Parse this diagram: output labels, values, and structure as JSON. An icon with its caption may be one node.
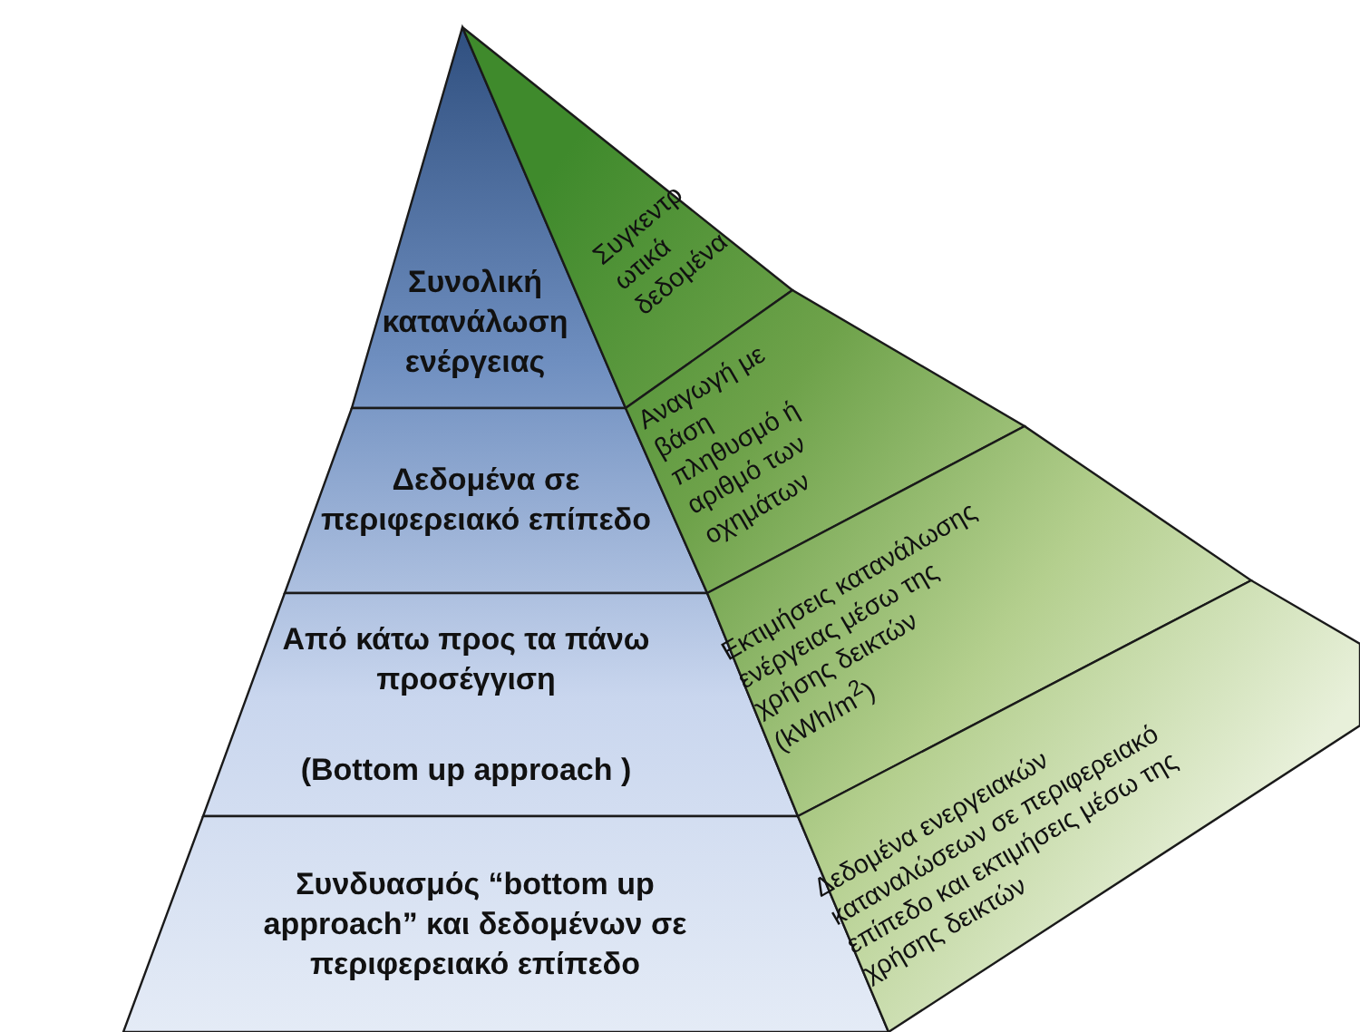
{
  "diagram": {
    "nodes": [
      {
        "text": [
          "Συνολική κατανάλωση ενέργειας"
        ]
      },
      {
        "text": [
          "Δεδομένα σε περιφερειακό επίπεδο"
        ]
      },
      {
        "text": [
          "Από κάτω προς τα πάνω προσέγγιση",
          "(Bottom up approach )"
        ]
      },
      {
        "text": [
          "Συνδυασμός “bottom up approach” και δεδομένων σε περιφερειακό επίπεδο"
        ]
      },
      {
        "text": [
          "Συγκεντρ ωτικά δεδομένα"
        ]
      },
      {
        "text": [
          "Αναγωγή με βάση πληθυσμό ή αριθμό των οχημάτων"
        ]
      },
      {
        "text": [
          "Εκτιμήσεις κατανάλωσης ενέργειας μέσω της χρήσης δεικτών (kWh/m$^{2}$)"
        ]
      },
      {
        "text": [
          "Δεδομένα ενεργειακών καταναλώσεων σε περιφερειακό επίπεδο και εκτιμήσεις μέσω της χρήσης δεικτών"
        ]
      }
    ]
  }
}
